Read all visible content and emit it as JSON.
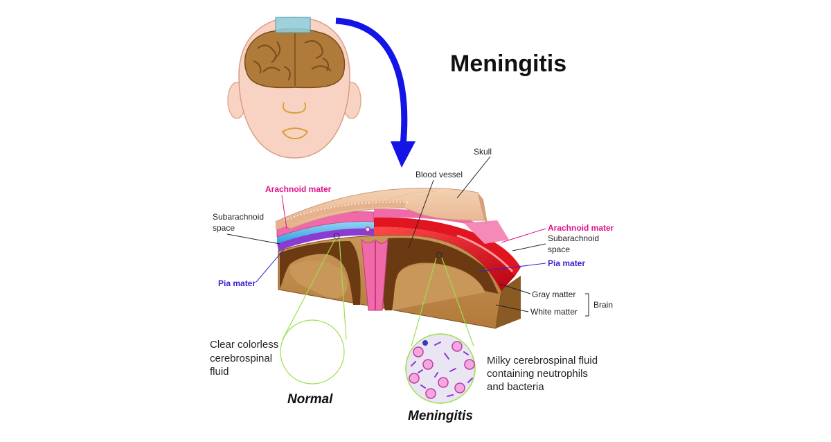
{
  "title": "Meningitis",
  "labels": {
    "skull": "Skull",
    "blood_vessel": "Blood vessel",
    "arachnoid_left": "Arachnoid mater",
    "subarachnoid_left_l1": "Subarachnoid",
    "subarachnoid_left_l2": "space",
    "pia_left": "Pia mater",
    "arachnoid_right": "Arachnoid mater",
    "subarachnoid_right_l1": "Subarachnoid",
    "subarachnoid_right_l2": "space",
    "pia_right": "Pia mater",
    "gray_matter": "Gray matter",
    "white_matter": "White matter",
    "brain": "Brain"
  },
  "normal": {
    "caption_l1": "Clear colorless",
    "caption_l2": "cerebrospinal",
    "caption_l3": "fluid",
    "heading": "Normal"
  },
  "meningitis": {
    "caption_l1": "Milky cerebrospinal fluid",
    "caption_l2": "containing neutrophils",
    "caption_l3": "and bacteria",
    "heading": "Meningitis"
  },
  "colors": {
    "arrow": "#1414e6",
    "skin": "#f8d3c4",
    "brain": "#b07a3a",
    "skull": "#f0c9a6",
    "arachnoid": "#f069a8",
    "csf_normal": "#4fb8ea",
    "inflamed": "#e0151f",
    "gray_matter": "#6b3a12",
    "white_matter": "#c28f52",
    "zoom_line": "#9ae04a",
    "label_pink": "#e0118a",
    "label_blue": "#3a1fd0"
  }
}
